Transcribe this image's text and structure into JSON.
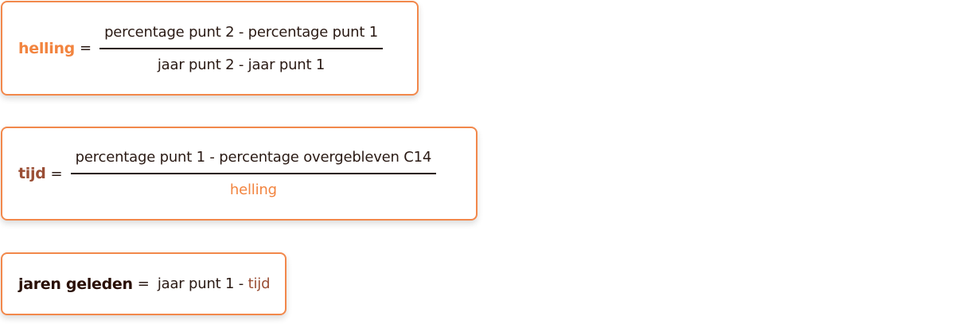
{
  "formula1": {
    "term": "helling",
    "equals": "=",
    "numerator": "percentage punt 2 - percentage punt 1",
    "denominator": "jaar punt 2 - jaar punt 1"
  },
  "formula2": {
    "term": "tijd",
    "equals": "=",
    "numerator": "percentage punt 1 - percentage overgebleven C14",
    "denominator": "helling"
  },
  "formula3": {
    "term": "jaren geleden",
    "equals": "=",
    "expression": "jaar punt 1 -",
    "ref": "tijd"
  },
  "colors": {
    "border": "#f2884b",
    "helling": "#f2843f",
    "tijd": "#9a4e35",
    "text": "#2a1006"
  }
}
